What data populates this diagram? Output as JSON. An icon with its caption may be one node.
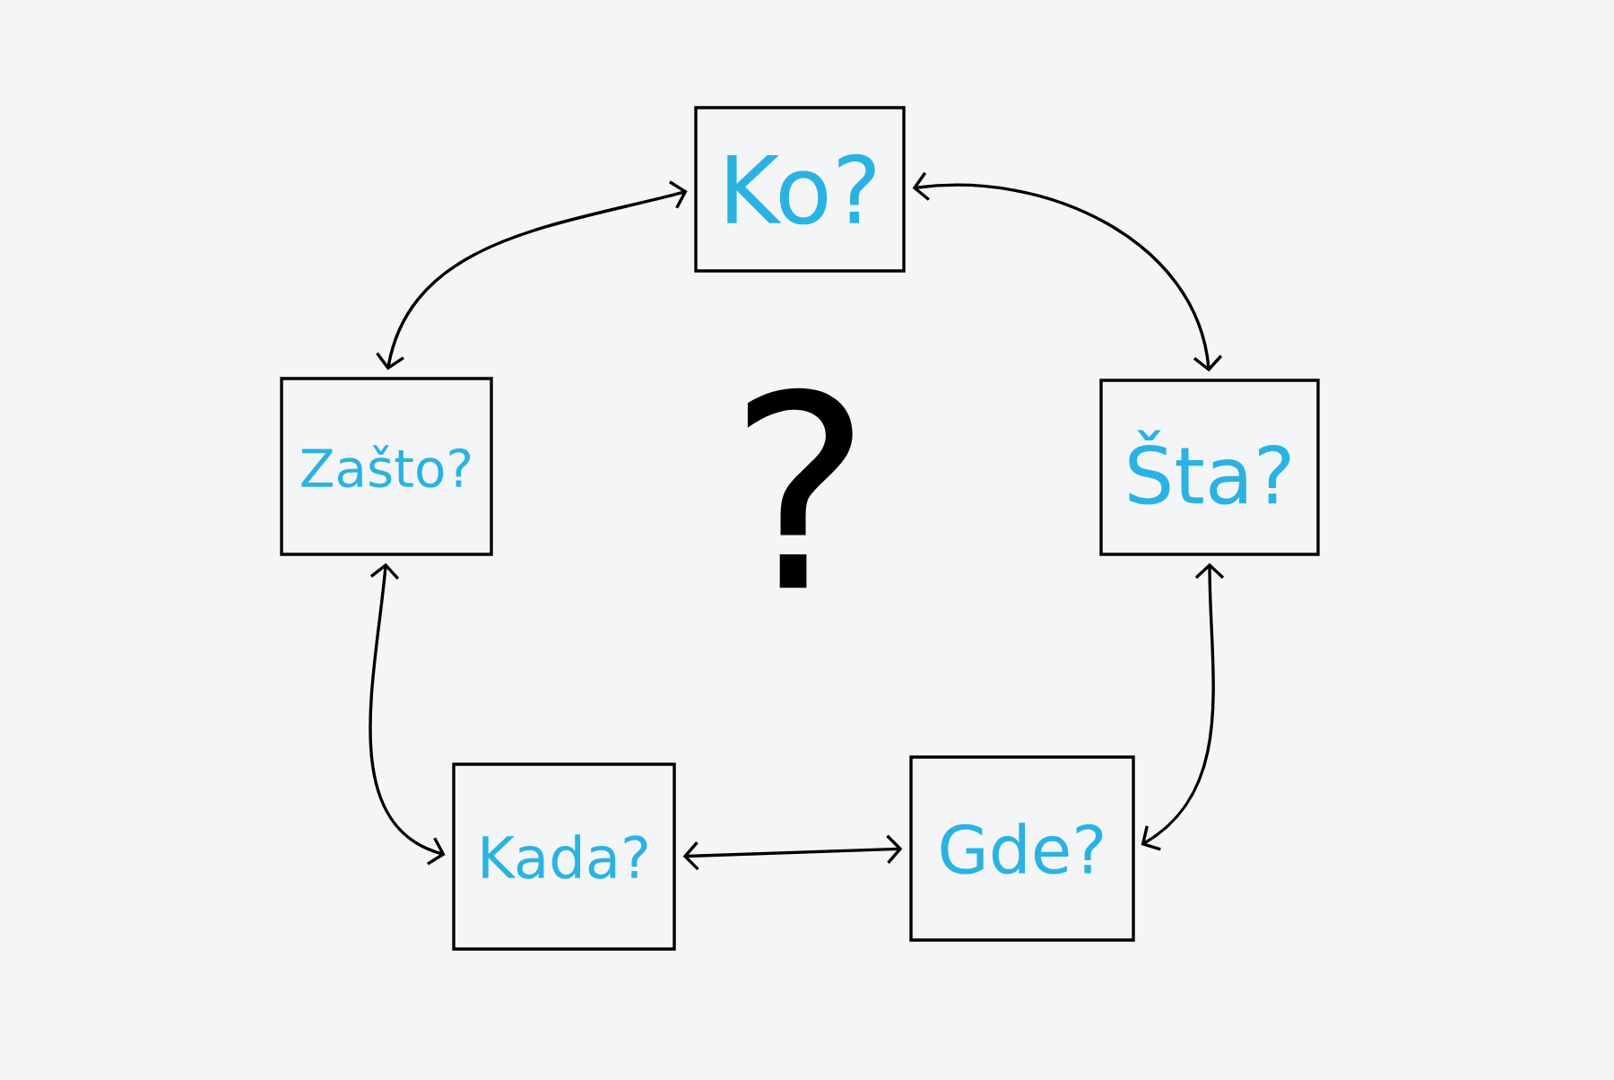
{
  "diagram": {
    "nodes": [
      {
        "text": [
          "Ko?"
        ]
      },
      {
        "text": [
          "Zašto?"
        ]
      },
      {
        "text": [
          "Šta?"
        ]
      },
      {
        "text": [
          "Kada?"
        ]
      },
      {
        "text": [
          "Gde?"
        ]
      }
    ],
    "edges": [
      {
        "from": 1,
        "to": 0,
        "arrow": "both"
      },
      {
        "from": 0,
        "to": 2,
        "arrow": "both"
      },
      {
        "from": 1,
        "to": 3,
        "arrow": "both"
      },
      {
        "from": 2,
        "to": 4,
        "arrow": "both"
      },
      {
        "from": 3,
        "to": 4,
        "arrow": "both"
      }
    ],
    "labels": [
      "?"
    ]
  }
}
